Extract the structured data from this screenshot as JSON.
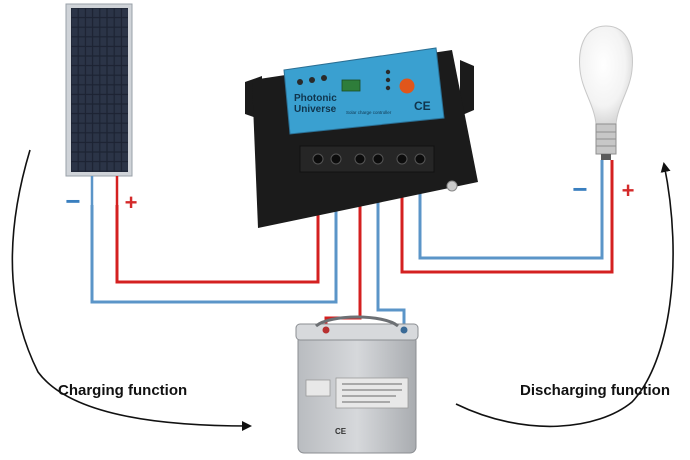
{
  "labels": {
    "charging": "Charging function",
    "discharging": "Discharging function"
  },
  "controller": {
    "brand_line1": "Photonic",
    "brand_line2": "Universe",
    "product": "Solar charge controller",
    "mark": "CE"
  },
  "symbols": {
    "minus": "−",
    "plus": "+"
  },
  "battery": {
    "mark": "CE"
  },
  "colors": {
    "positive_wire": "#d42020",
    "negative_wire": "#5b95c8",
    "controller_body": "#1b1b1b",
    "controller_panel": "#3aa0d0",
    "minus_sign": "#3a7fbf",
    "plus_sign": "#d42a2a",
    "battery_case": "#c9cbce"
  }
}
